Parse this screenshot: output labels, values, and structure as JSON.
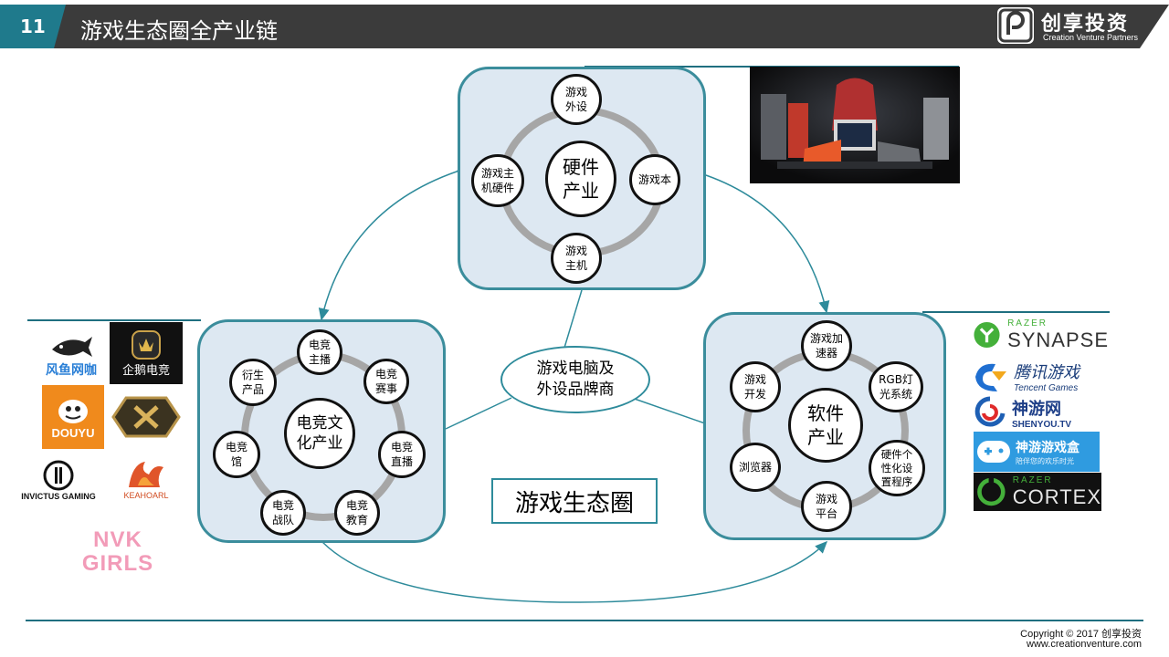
{
  "header": {
    "slide_number": "11",
    "title": "游戏生态圈全产业链",
    "brand_name": "创享投资",
    "brand_sub": "Creation Venture Partners"
  },
  "hardware": {
    "center": "硬件\n产业",
    "nodes": [
      "游戏\n外设",
      "游戏本",
      "游戏\n主机",
      "游戏主\n机硬件"
    ]
  },
  "esports": {
    "center": "电竞文\n化产业",
    "nodes": [
      "电竞\n主播",
      "电竞\n赛事",
      "电竞\n直播",
      "电竞\n教育",
      "电竞\n战队",
      "电竞\n馆",
      "衍生\n产品"
    ]
  },
  "software": {
    "center": "软件\n产业",
    "nodes": [
      "游戏加\n速器",
      "RGB灯\n光系统",
      "硬件个\n性化设\n置程序",
      "游戏\n平台",
      "浏览器",
      "游戏\n开发"
    ]
  },
  "brand_ellipse": "游戏电脑及\n外设品牌商",
  "ecosystem_label": "游戏生态圈",
  "left_logos": {
    "douyu_fish": "风鱼网咖",
    "penguin": "企鹅电竞",
    "douyu": "DOUYU",
    "invictus": "INVICTUS GAMING",
    "keahoarl": "KEAHOARL",
    "nvk": "NVK GIRLS"
  },
  "right_logos": {
    "razer_synapse_top": "RAZER",
    "razer_synapse": "SYNAPSE",
    "tencent_cn": "腾讯游戏",
    "tencent_en": "Tencent Games",
    "shenyou_cn": "神游网",
    "shenyou_en": "SHENYOU.TV",
    "shenyou_box": "神游游戏盒",
    "shenyou_box_sub": "陪伴您的欢乐时光",
    "razer_cortex_top": "RAZER",
    "razer_cortex": "CORTEX"
  },
  "footer": {
    "copyright": "Copyright © 2017 创享投资",
    "url": "www.creationventure.com"
  },
  "colors": {
    "header_bg": "#3b3b3b",
    "accent_teal": "#1f7a8c",
    "hub_fill": "#dde8f2",
    "hub_border": "#3b8d9c",
    "ring_gray": "#a6a6a6"
  }
}
